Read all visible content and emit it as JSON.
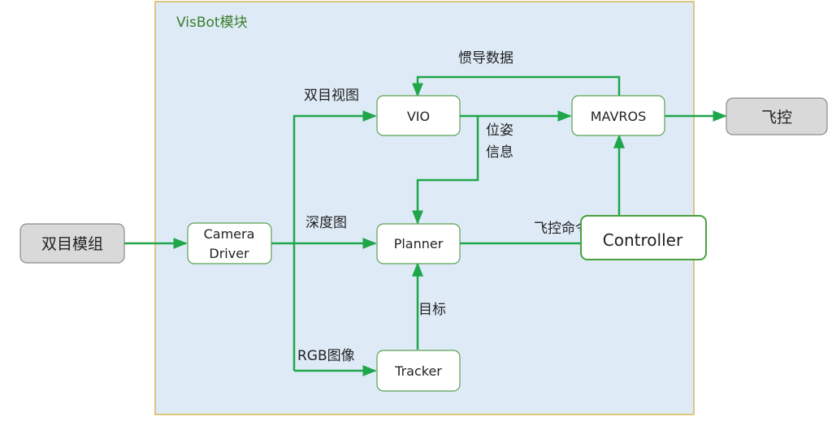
{
  "container": {
    "title": "VisBot模块"
  },
  "nodes": {
    "stereo_module": "双目模组",
    "camera_driver_line1": "Camera",
    "camera_driver_line2": "Driver",
    "vio": "VIO",
    "planner": "Planner",
    "tracker": "Tracker",
    "mavros": "MAVROS",
    "controller": "Controller",
    "flight_control": "飞控"
  },
  "edge_labels": {
    "stereo_view": "双目视图",
    "depth_map": "深度图",
    "rgb_image": "RGB图像",
    "imu_data": "惯导数据",
    "pose_info_line1": "位姿",
    "pose_info_line2": "信息",
    "target": "目标",
    "flight_cmd": "飞控命令"
  },
  "colors": {
    "arrow": "#1fa64a",
    "container_fill": "#deebf7",
    "container_border": "#d6b656",
    "external_fill": "#d9d9d9",
    "controller_border": "#4aa03d",
    "title_text": "#3a7d2b"
  }
}
